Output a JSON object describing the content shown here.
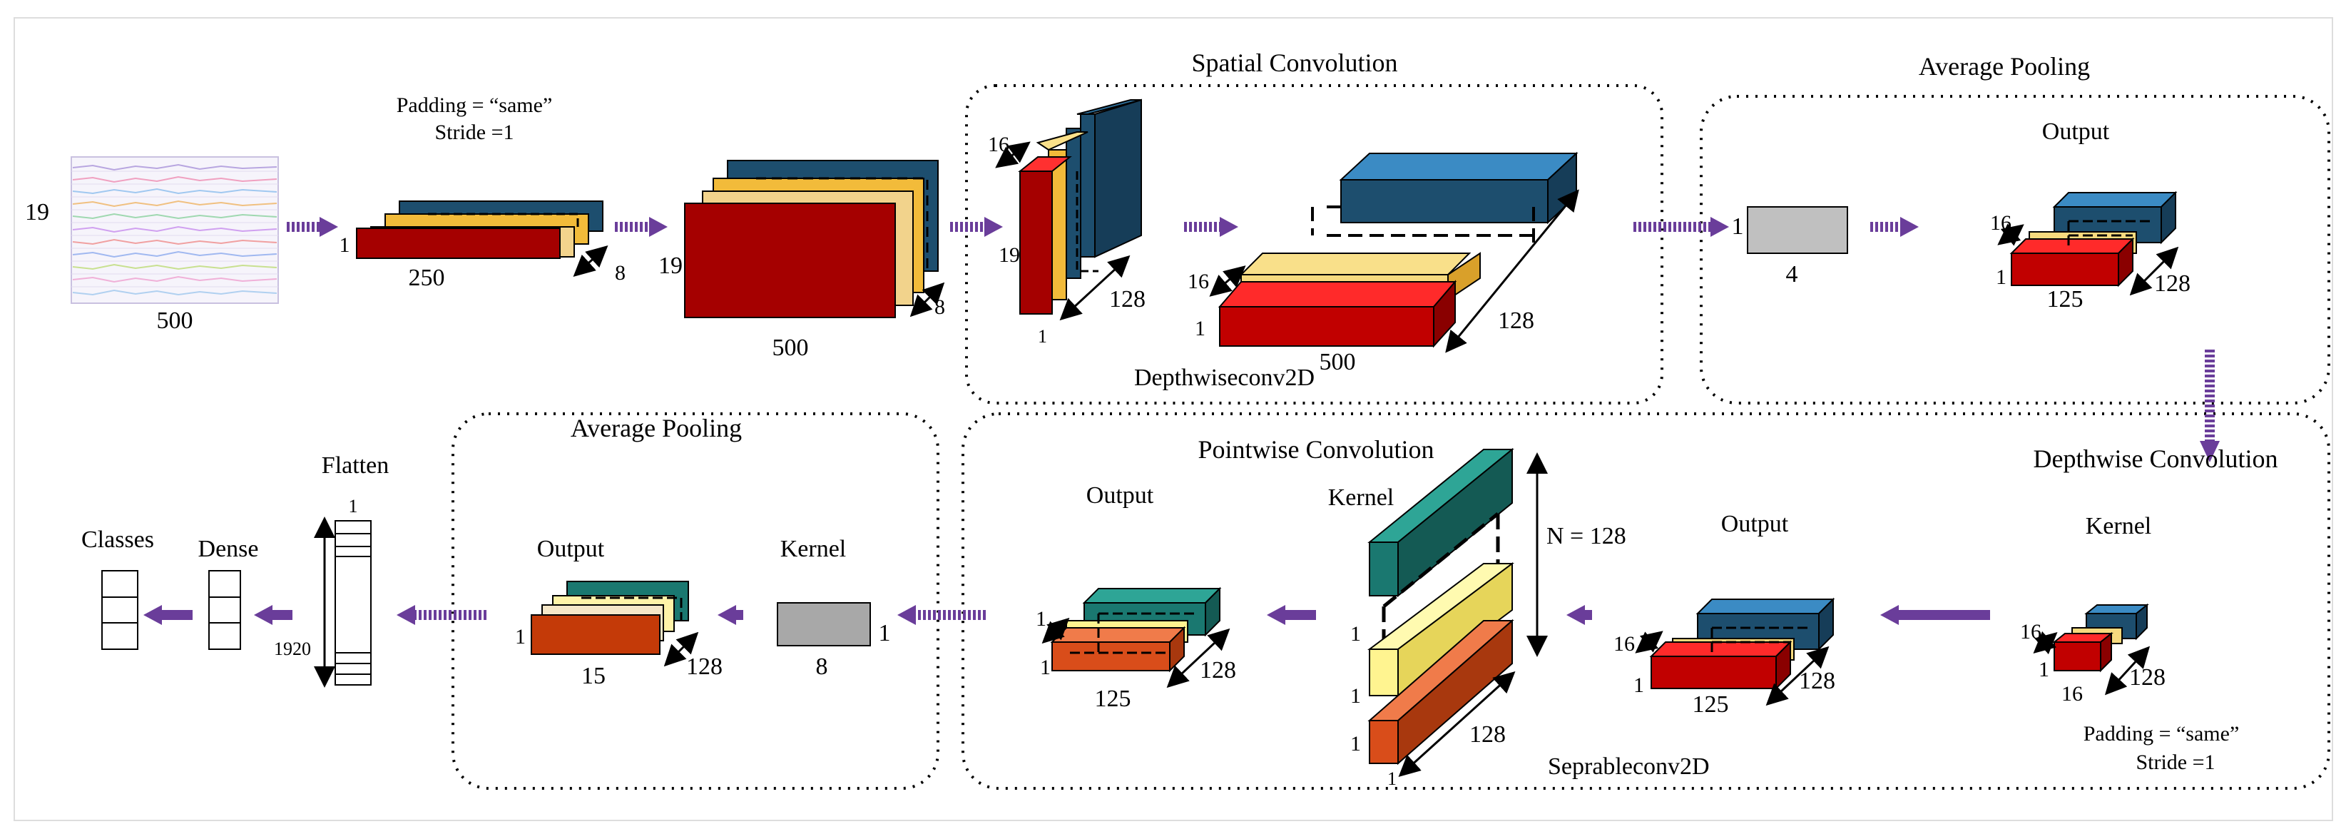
{
  "input": {
    "height": "19",
    "width": "500"
  },
  "conv1": {
    "padding": "Padding = “same”",
    "stride": "Stride =1",
    "kernel_w": "250",
    "kernel_h": "1",
    "kernel_d": "8"
  },
  "conv1_out": {
    "h": "19",
    "w": "500",
    "d": "8"
  },
  "spatial": {
    "title": "Spatial Convolution",
    "kernel_d": "16",
    "kernel_h": "19",
    "kernel_w": "1",
    "kernel_n": "128",
    "out_d": "16",
    "out_h": "1",
    "out_w": "500",
    "out_n": "128",
    "layer": "Depthwiseconv2D"
  },
  "avgpool1": {
    "title": "Average Pooling",
    "kernel_h": "1",
    "kernel_w": "4",
    "output_label": "Output",
    "out_d": "16",
    "out_h": "1",
    "out_w": "125",
    "out_n": "128"
  },
  "depthwise": {
    "title": "Depthwise Convolution",
    "kernel_label": "Kernel",
    "k_d": "16",
    "k_h": "1",
    "k_w": "16",
    "k_n": "128",
    "padding": "Padding = “same”",
    "stride": "Stride =1",
    "output_label": "Output",
    "out_d": "16",
    "out_h": "1",
    "out_w": "125",
    "out_n": "128"
  },
  "pointwise": {
    "title": "Pointwise Convolution",
    "kernel_label": "Kernel",
    "n_label": "N = 128",
    "k1": "1",
    "k2": "1",
    "k3": "1",
    "k_n": "128",
    "k_w": "1",
    "output_label": "Output",
    "out_d": "1",
    "out_h": "1",
    "out_w": "125",
    "out_n": "128",
    "layer": "Seprableconv2D"
  },
  "avgpool2": {
    "title": "Average Pooling",
    "kernel_label": "Kernel",
    "k_w": "8",
    "k_h": "1",
    "output_label": "Output",
    "out_h": "1",
    "out_w": "15",
    "out_n": "128"
  },
  "flatten": {
    "label": "Flatten",
    "top": "1",
    "length": "1920"
  },
  "dense": {
    "label": "Dense"
  },
  "classes": {
    "label": "Classes"
  },
  "colors": {
    "red": "#a50000",
    "navy": "#1d4e6e",
    "gold": "#f2bb3a",
    "purple": "#6a3d9a",
    "teal": "#1a7870"
  }
}
